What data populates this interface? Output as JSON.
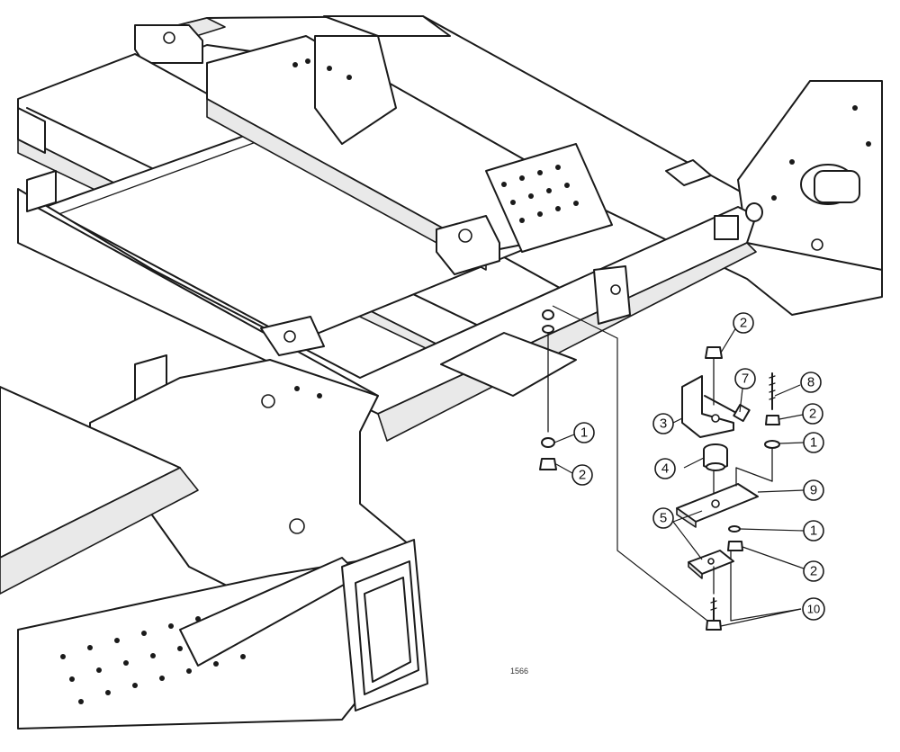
{
  "figure_ref": "1566",
  "callouts": [
    {
      "id": "c1a",
      "label": "1"
    },
    {
      "id": "c2a",
      "label": "2"
    },
    {
      "id": "c2b",
      "label": "2"
    },
    {
      "id": "c7",
      "label": "7"
    },
    {
      "id": "c8",
      "label": "8"
    },
    {
      "id": "c3",
      "label": "3"
    },
    {
      "id": "c2c",
      "label": "2"
    },
    {
      "id": "c1b",
      "label": "1"
    },
    {
      "id": "c4",
      "label": "4"
    },
    {
      "id": "c9",
      "label": "9"
    },
    {
      "id": "c5",
      "label": "5"
    },
    {
      "id": "c1c",
      "label": "1"
    },
    {
      "id": "c2d",
      "label": "2"
    },
    {
      "id": "c10",
      "label": "10"
    }
  ]
}
